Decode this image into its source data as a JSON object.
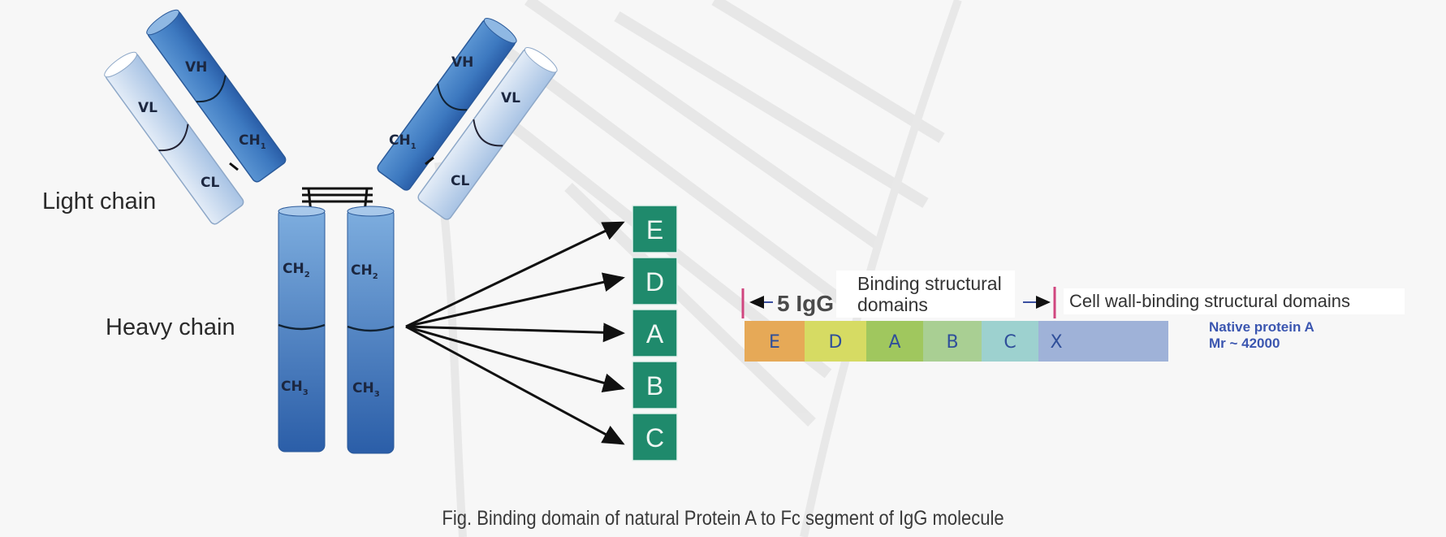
{
  "figure": {
    "caption": "Fig. Binding domain of natural Protein A to Fc segment of IgG molecule",
    "colors": {
      "heavy_chain_dark": "#2d64b0",
      "heavy_chain_mid": "#4a86c8",
      "light_chain": "#b9d0ea",
      "protein_a_domain_box": "#1f8a6c",
      "marker_pink": "#d0467f",
      "native_label": "#3b56b0"
    }
  },
  "antibody": {
    "light_chain_label": "Light chain",
    "heavy_chain_label": "Heavy chain",
    "left_arm": {
      "heavy_top": "VH",
      "heavy_bottom": "CH",
      "heavy_bottom_sub": "1",
      "light_top": "VL",
      "light_bottom": "CL"
    },
    "right_arm": {
      "heavy_top": "VH",
      "heavy_bottom": "CH",
      "heavy_bottom_sub": "1",
      "light_top": "VL",
      "light_bottom": "CL"
    },
    "fc": {
      "left": [
        {
          "label": "CH",
          "sub": "2"
        },
        {
          "label": "CH",
          "sub": "3"
        }
      ],
      "right": [
        {
          "label": "CH",
          "sub": "2"
        },
        {
          "label": "CH",
          "sub": "3"
        }
      ]
    }
  },
  "protein_a_domains_stack": [
    "E",
    "D",
    "A",
    "B",
    "C"
  ],
  "protein_a_bar": {
    "igg_label": "5 IgG",
    "binding_title": "Binding structural domains",
    "cell_wall_label": "Cell wall-binding structural domains",
    "segments": [
      {
        "label": "E",
        "color": "#e6a957"
      },
      {
        "label": "D",
        "color": "#d6db63"
      },
      {
        "label": "A",
        "color": "#a0c75e"
      },
      {
        "label": "B",
        "color": "#a9cf93"
      },
      {
        "label": "C",
        "color": "#9dd1cf"
      },
      {
        "label": "X",
        "color": "#9fb2d8"
      }
    ],
    "native_name": "Native protein A",
    "native_mr": "Mr ~ 42000"
  }
}
